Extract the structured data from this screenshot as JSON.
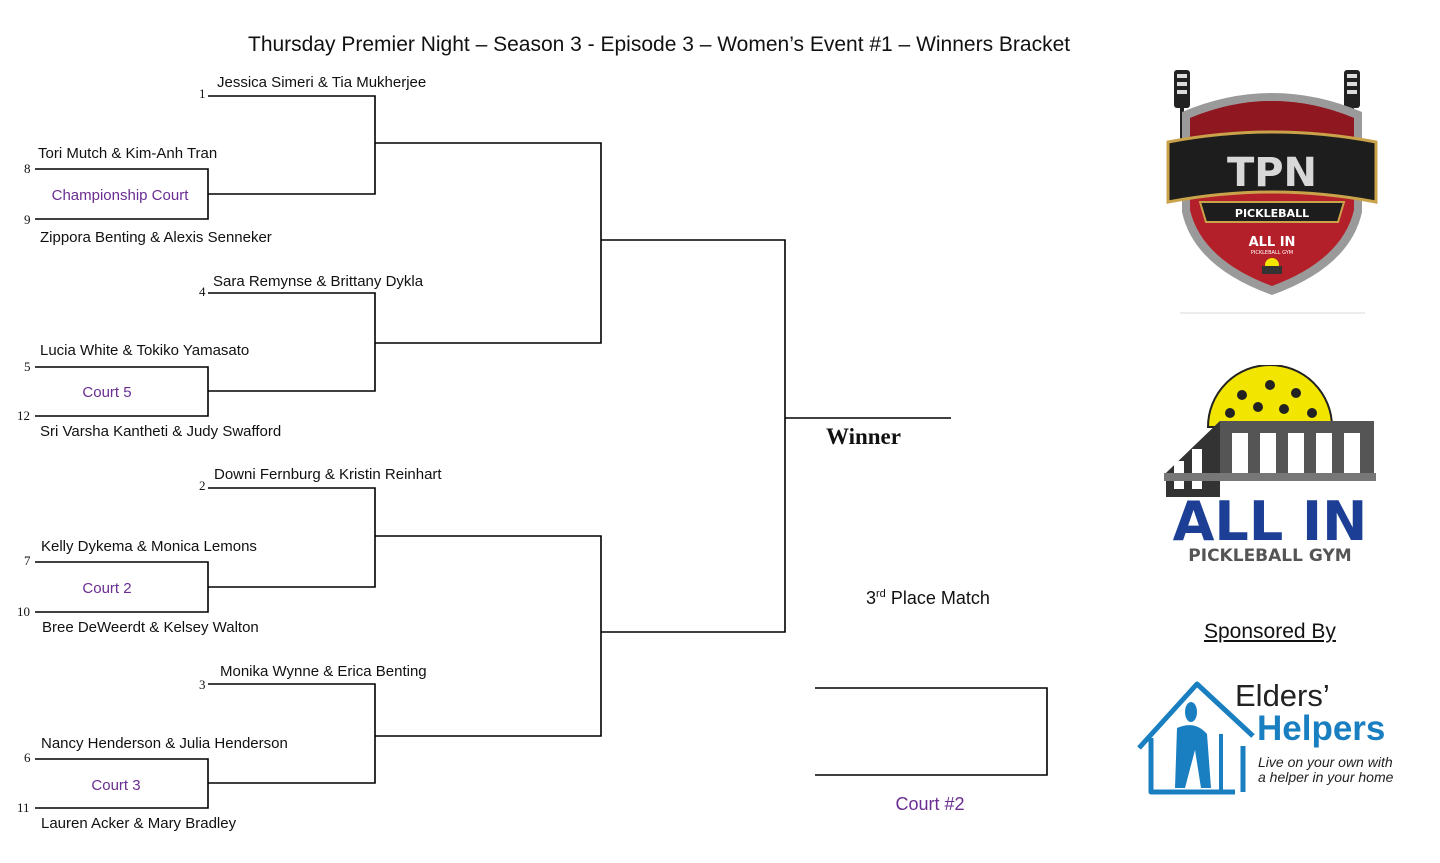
{
  "title": "Thursday Premier Night – Season 3 -  Episode 3 – Women’s  Event #1 – Winners Bracket",
  "teams": {
    "t1": "Jessica Simeri & Tia Mukherjee",
    "t8": "Tori Mutch & Kim-Anh Tran",
    "t9": "Zippora Benting & Alexis Senneker",
    "t4": "Sara Remynse & Brittany Dykla",
    "t5": "Lucia White & Tokiko Yamasato",
    "t12": "Sri Varsha Kantheti & Judy Swafford",
    "t2": "Downi Fernburg & Kristin Reinhart",
    "t7": "Kelly Dykema & Monica Lemons",
    "t10": "Bree DeWeerdt & Kelsey Walton",
    "t3": "Monika Wynne & Erica Benting",
    "t6": "Nancy Henderson & Julia Henderson",
    "t11": "Lauren Acker & Mary Bradley"
  },
  "seeds": {
    "s1": "1",
    "s8": "8",
    "s9": "9",
    "s4": "4",
    "s5": "5",
    "s12": "12",
    "s2": "2",
    "s7": "7",
    "s10": "10",
    "s3": "3",
    "s6": "6",
    "s11": "11"
  },
  "courts": {
    "championship": "Championship Court",
    "court5": "Court 5",
    "court2": "Court 2",
    "court3": "Court 3",
    "court_third": "Court #2"
  },
  "winner_label": "Winner",
  "third_place": {
    "ordinal_number": "3",
    "ordinal_suffix": "rd",
    "text": "Place Match"
  },
  "logos": {
    "tpn_top": "TPN",
    "tpn_banner": "PICKLEBALL",
    "tpn_allin": "ALL IN",
    "tpn_allin_sub": "PICKLEBALL GYM",
    "allin_big": "ALL IN",
    "allin_sub": "PICKLEBALL GYM",
    "elders_name1": "Elders’",
    "elders_name2": "Helpers",
    "elders_tag1": "Live on your own with",
    "elders_tag2": "a helper in your home"
  },
  "sponsored_by": "Sponsored By",
  "colors": {
    "court_text": "#6a2d91",
    "allin_blue": "#1c3f95",
    "ball_yellow": "#f2e500",
    "elders_blue": "#1a7fc1",
    "tpn_red": "#b4202a"
  }
}
